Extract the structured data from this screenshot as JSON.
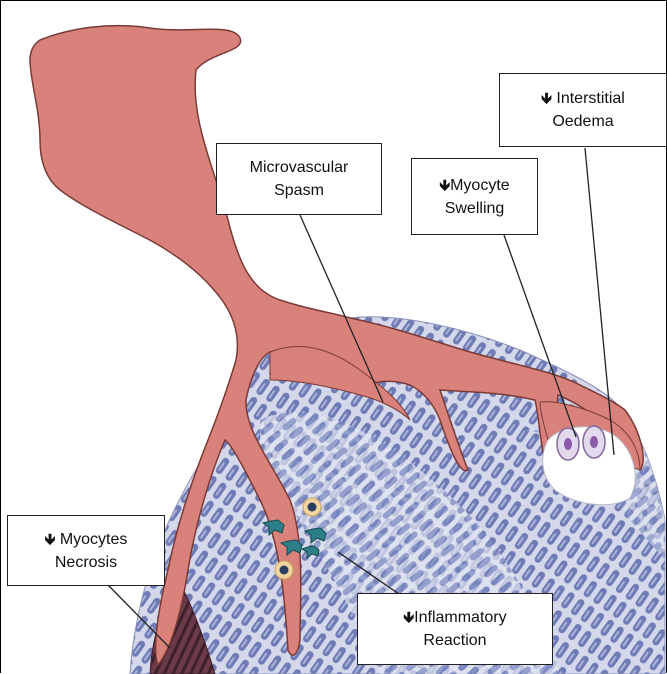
{
  "labels": {
    "microvascular_spasm": {
      "line1": "Microvascular",
      "line2": "Spasm"
    },
    "myocyte_swelling": {
      "arrow": "🡻",
      "line1": "Myocyte",
      "line2": "Swelling"
    },
    "interstitial_oedema": {
      "arrow": "🡻",
      "line1": "Interstitial",
      "line2": "Oedema"
    },
    "myocytes_necrosis": {
      "arrow": "🡻",
      "line1": "Myocytes",
      "line2": "Necrosis"
    },
    "inflammatory_reaction": {
      "arrow": "🡻",
      "line1": "Inflammatory",
      "line2": "Reaction"
    }
  },
  "colors": {
    "vessel": "#d9827b",
    "vessel_edge": "#7a3a36",
    "tissue": "#c9cde3",
    "fibre": "#6f7bb5",
    "necrosis": "#5a2f3c",
    "swollen_cell": "#8a5aa8"
  }
}
